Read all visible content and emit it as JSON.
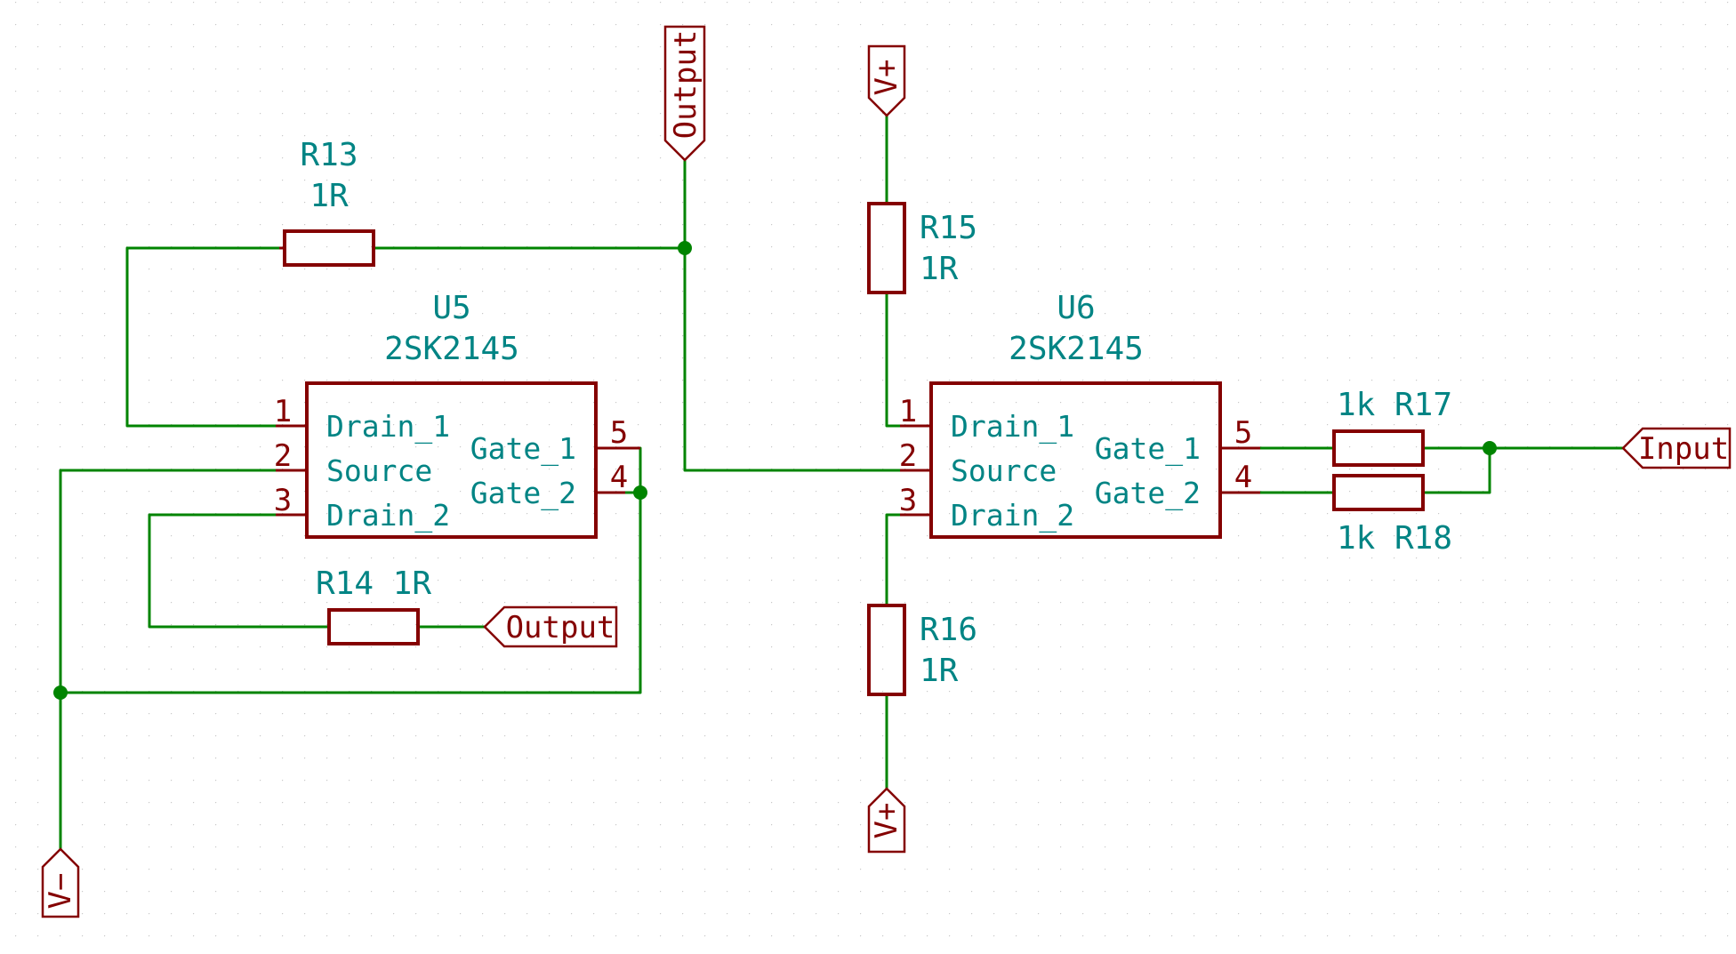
{
  "components": {
    "r13": {
      "ref": "R13",
      "value": "1R"
    },
    "r14": {
      "ref_value": "R14 1R"
    },
    "r15": {
      "ref": "R15",
      "value": "1R"
    },
    "r16": {
      "ref": "R16",
      "value": "1R"
    },
    "r17": {
      "value_ref": "1k R17"
    },
    "r18": {
      "value_ref": "1k R18"
    },
    "u5": {
      "ref": "U5",
      "value": "2SK2145"
    },
    "u6": {
      "ref": "U6",
      "value": "2SK2145"
    }
  },
  "pins": {
    "numbers": [
      "1",
      "2",
      "3",
      "4",
      "5"
    ],
    "drain_1": "Drain_1",
    "source": "Source",
    "drain_2": "Drain_2",
    "gate_1": "Gate_1",
    "gate_2": "Gate_2"
  },
  "labels": {
    "output": "Output",
    "input": "Input",
    "vplus": "V+",
    "vminus": "V−"
  },
  "colors": {
    "wire": "#008400",
    "symbol": "#840000",
    "text": "#008484",
    "grid": "#c8c8c8"
  }
}
